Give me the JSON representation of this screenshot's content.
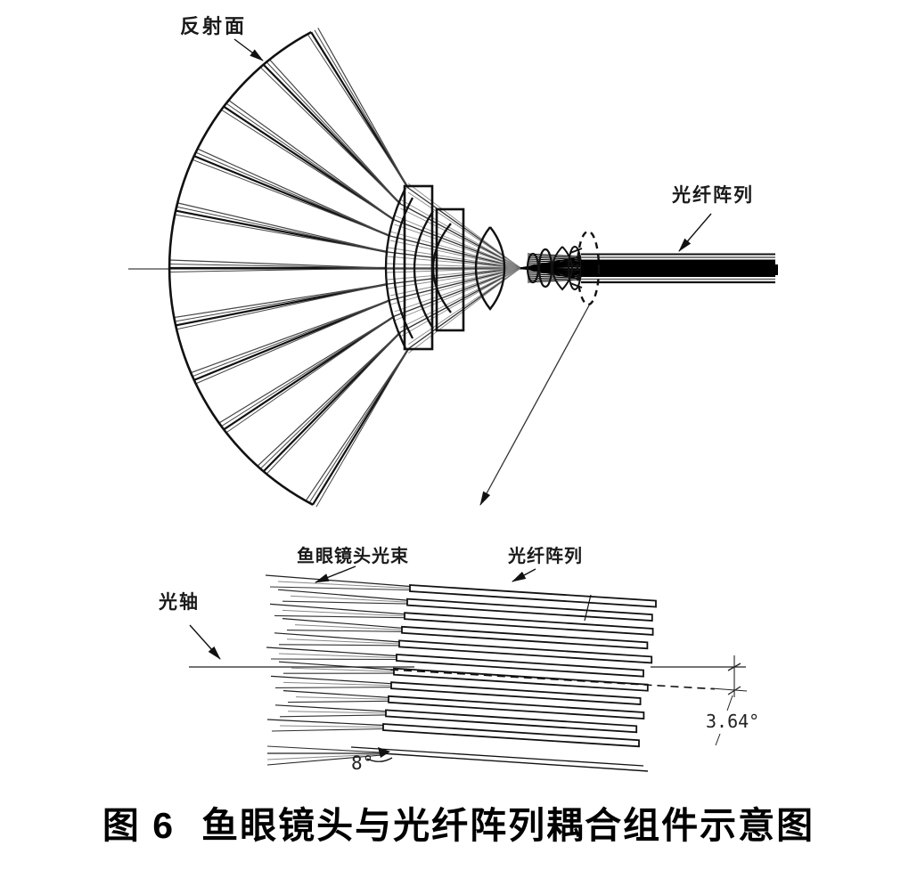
{
  "page": {
    "background": "#ffffff",
    "ink": "#111111"
  },
  "top_diagram": {
    "reflective_surface_label": "反射面",
    "fiber_array_label": "光纤阵列"
  },
  "bottom_diagram": {
    "fisheye_beam_label": "鱼眼镜头光束",
    "fiber_array_label": "光纤阵列",
    "optical_axis_label": "光轴",
    "fiber_tilt_angle": "3.64°",
    "beam_fan_angle": "8°"
  },
  "caption": {
    "prefix": "图 6",
    "title": "鱼眼镜头与光纤阵列耦合组件示意图"
  }
}
